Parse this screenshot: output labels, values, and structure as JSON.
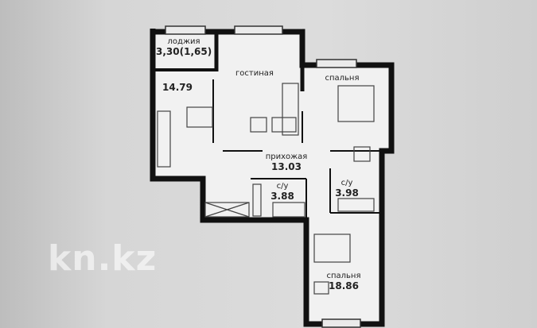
{
  "rooms": [
    {
      "name": "лоджия",
      "area": "3,30(1,65)"
    },
    {
      "name": "",
      "area": "14.79"
    },
    {
      "name": "гостиная",
      "area": ""
    },
    {
      "name": "спальня",
      "area": ""
    },
    {
      "name": "прихожая",
      "area": "13.03"
    },
    {
      "name": "с/у",
      "area": "3.88"
    },
    {
      "name": "с/у",
      "area": "3.98"
    },
    {
      "name": "спальня",
      "area": "18.86"
    }
  ],
  "watermark": "kn.kz"
}
